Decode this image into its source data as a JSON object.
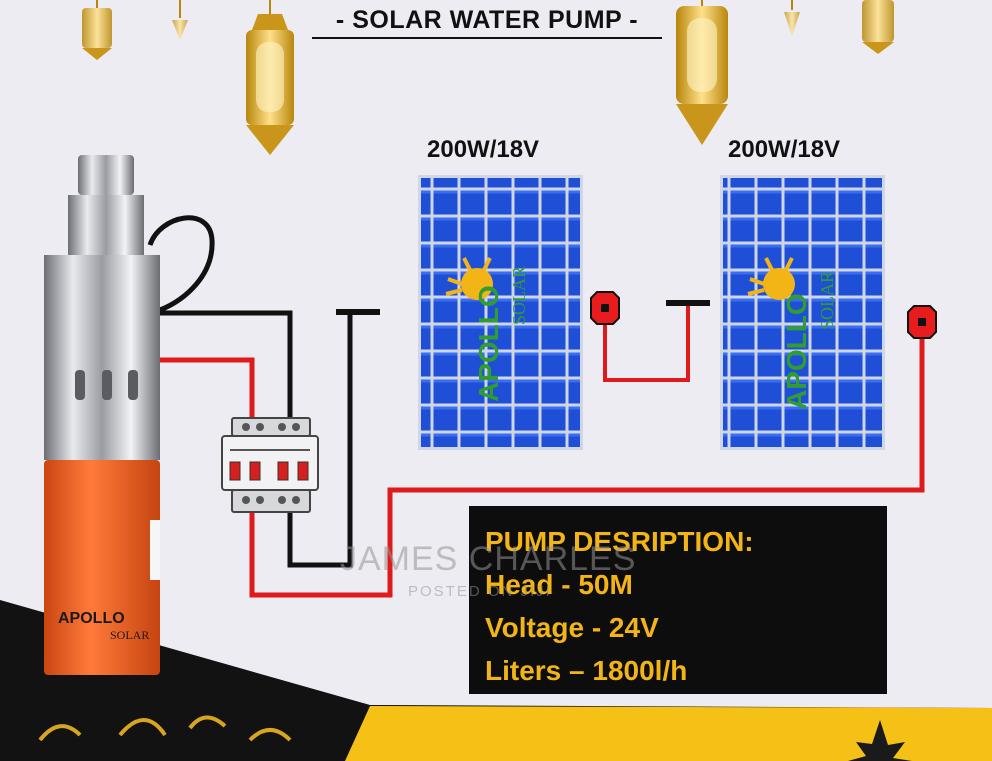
{
  "title": "- SOLAR WATER PUMP -",
  "panels": [
    {
      "label": "200W/18V",
      "brand": "APOLLO",
      "brand_sub": "SOLAR"
    },
    {
      "label": "200W/18V",
      "brand": "APOLLO",
      "brand_sub": "SOLAR"
    }
  ],
  "pump": {
    "brand": "APOLLO",
    "brand_sub": "SOLAR"
  },
  "description": {
    "heading": "PUMP DESRIPTION:",
    "head": "Head - 50M",
    "voltage": "Voltage - 24V",
    "liters": "Liters – 1800l/h"
  },
  "watermark": {
    "name": "JAMES CHARLES",
    "sub": "POSTED ON JIJI"
  },
  "colors": {
    "background": "#ececf2",
    "panel_cell": "#1f4fd6",
    "wire_red": "#e01a1a",
    "wire_black": "#111111",
    "pump_orange": "#f0601e",
    "accent_gold": "#f3b416",
    "brand_green": "#2f9e2f"
  }
}
